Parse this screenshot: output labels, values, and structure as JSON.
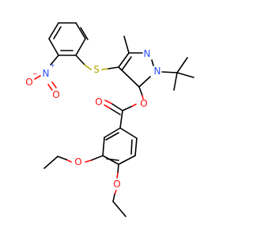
{
  "molecule": {
    "atoms": {
      "nitrogen_ring_1": "N",
      "nitrogen_ring_2": "N",
      "sulfur": "S",
      "nitro_nitrogen": "N",
      "nitro_charge_plus": "+",
      "nitro_oxygen_single": "O",
      "nitro_charge_minus": "−",
      "nitro_oxygen_double": "O",
      "ester_oxygen_single": "O",
      "ester_oxygen_double": "O",
      "ethoxy_oxygen_3": "O",
      "ethoxy_oxygen_4": "O"
    },
    "colors": {
      "nitrogen": "#3050f8",
      "oxygen": "#ff0d0d",
      "sulfur": "#b8a400",
      "bond": "#000000"
    }
  }
}
